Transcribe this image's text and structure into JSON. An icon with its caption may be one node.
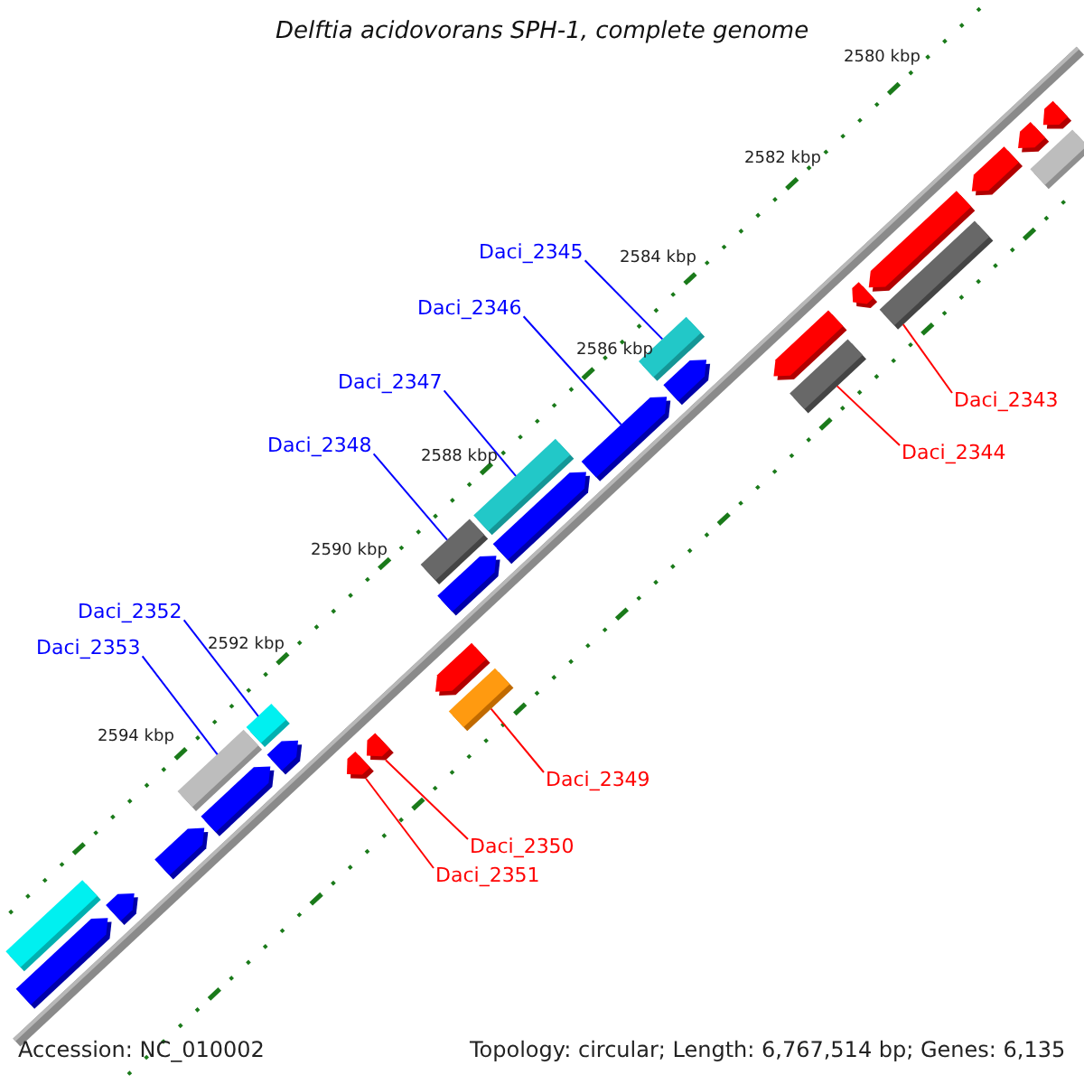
{
  "diagram": {
    "title": "Delftia acidovorans SPH-1, complete genome",
    "nodes": [
      {
        "text": [
          "Daci_2345"
        ]
      },
      {
        "text": [],
        "shape": "bar"
      },
      {
        "text": [
          "Daci_2346"
        ]
      },
      {
        "text": [],
        "shape": "bar"
      },
      {
        "text": [
          "Daci_2343"
        ]
      },
      {
        "text": [],
        "shape": "bar"
      },
      {
        "text": [
          "Daci_2347"
        ]
      },
      {
        "text": [],
        "shape": "bar"
      },
      {
        "text": [
          "Daci_2344"
        ]
      },
      {
        "text": [],
        "shape": "bar"
      },
      {
        "text": [
          "Daci_2348"
        ]
      },
      {
        "text": [],
        "shape": "bar"
      },
      {
        "text": [
          "Daci_2352"
        ]
      },
      {
        "text": [],
        "shape": "bar"
      },
      {
        "text": [
          "Daci_2353"
        ]
      },
      {
        "text": [],
        "shape": "bar"
      },
      {
        "text": [
          "Daci_2349"
        ]
      },
      {
        "text": [],
        "shape": "bar"
      },
      {
        "text": [
          "Daci_2350"
        ]
      },
      {
        "text": [],
        "shape": "bar"
      },
      {
        "text": [
          "Daci_2351"
        ]
      },
      {
        "text": [],
        "shape": "bar"
      },
      {
        "text": [],
        "shape": "bar"
      },
      {
        "text": [],
        "shape": "bar"
      },
      {
        "text": [],
        "shape": "bar"
      },
      {
        "text": [],
        "shape": "bar"
      },
      {
        "text": [],
        "shape": "bar"
      },
      {
        "text": [],
        "shape": "bar"
      },
      {
        "text": [],
        "shape": "bar"
      },
      {
        "text": [],
        "shape": "bar"
      },
      {
        "text": [],
        "shape": "bar"
      },
      {
        "text": [],
        "shape": "bar"
      },
      {
        "text": [],
        "shape": "bar"
      },
      {
        "text": [],
        "shape": "bar"
      },
      {
        "text": [],
        "shape": "bar"
      },
      {
        "text": [],
        "shape": "bar"
      },
      {
        "text": [],
        "shape": "bar"
      },
      {
        "text": [],
        "shape": "bar"
      },
      {
        "text": [],
        "shape": "bar"
      }
    ],
    "edges": [
      {
        "from": 0,
        "to": 1,
        "arrow": "none"
      },
      {
        "from": 2,
        "to": 3,
        "arrow": "none"
      },
      {
        "from": 4,
        "to": 5,
        "arrow": "none",
        "color": "#ff0000"
      },
      {
        "from": 6,
        "to": 7,
        "arrow": "none"
      },
      {
        "from": 8,
        "to": 9,
        "arrow": "none",
        "color": "#ff0000"
      },
      {
        "from": 10,
        "to": 11,
        "arrow": "none"
      },
      {
        "from": 12,
        "to": 13,
        "arrow": "none"
      },
      {
        "from": 14,
        "to": 15,
        "arrow": "none"
      },
      {
        "from": 16,
        "to": 17,
        "arrow": "none",
        "color": "#ff0000"
      },
      {
        "from": 18,
        "to": 19,
        "arrow": "none",
        "color": "#ff0000"
      },
      {
        "from": 20,
        "to": 21,
        "arrow": "none",
        "color": "#ff0000"
      }
    ],
    "labels": [
      "2580 kbp",
      "2582 kbp",
      "2584 kbp",
      "2586 kbp",
      "2588 kbp",
      "2590 kbp",
      "2592 kbp",
      "2594 kbp",
      "Accession: NC_010002",
      "Topology: circular; Length: 6,767,514 bp; Genes: 6,135"
    ]
  }
}
